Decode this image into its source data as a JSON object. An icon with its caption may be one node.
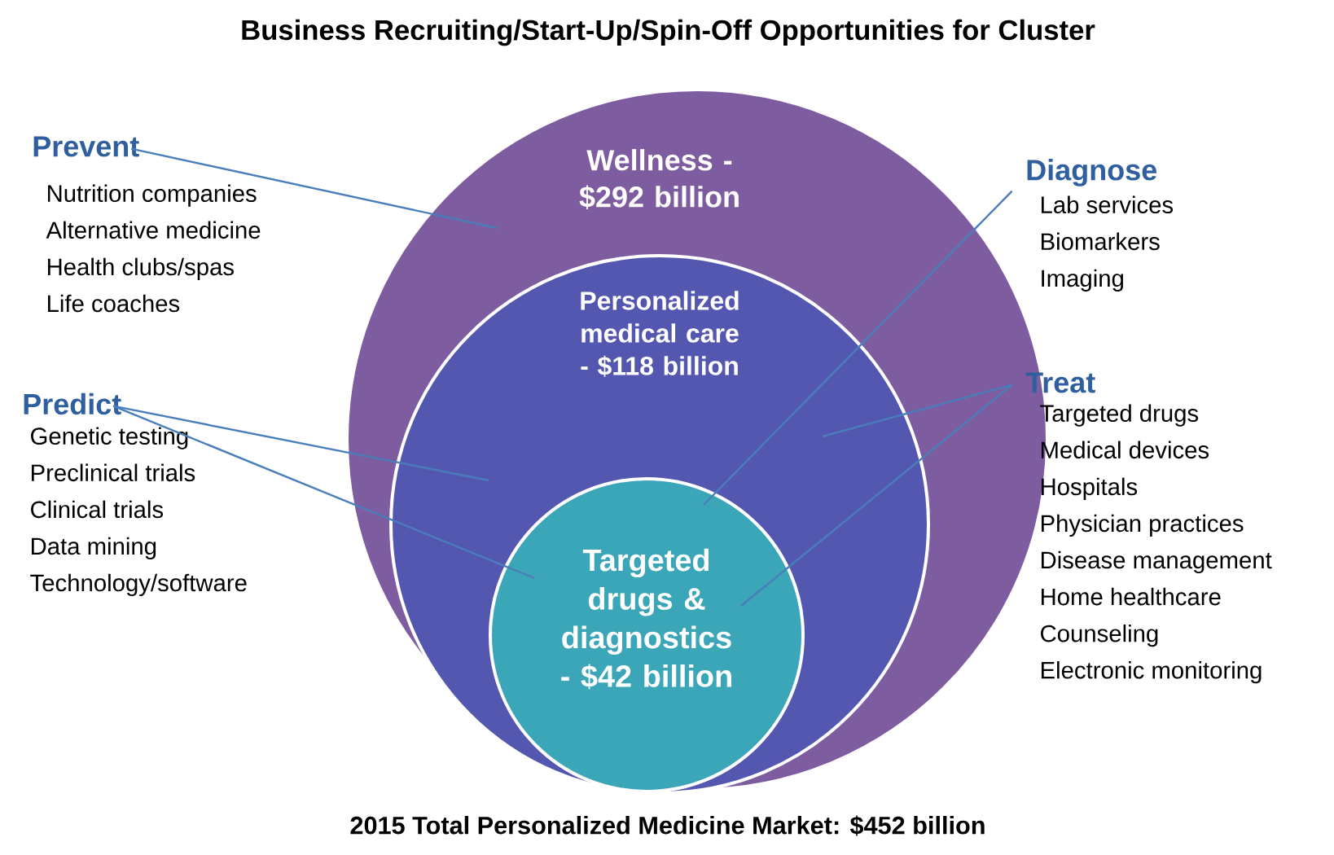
{
  "diagram": {
    "title": "Business Recruiting/Start-Up/Spin-Off Opportunities for Cluster",
    "caption": "2015 Total Personalized Medicine Market: $452 billion",
    "nodes": [
      {
        "text": [
          "Wellness - $292 billion"
        ]
      },
      {
        "text": [
          "Personalized medical care - $118 billion"
        ],
        "in": 0
      },
      {
        "text": [
          "Targeted drugs & diagnostics - $42 billion"
        ],
        "in": 1
      },
      {
        "text": [
          "Prevent",
          "Nutrition companies",
          "Alternative medicine",
          "Health clubs/spas",
          "Life coaches"
        ]
      },
      {
        "text": [
          "Diagnose",
          "Lab services",
          "Biomarkers",
          "Imaging"
        ]
      },
      {
        "text": [
          "Predict",
          "Genetic testing",
          "Preclinical trials",
          "Clinical trials",
          "Data mining",
          "Technology/software"
        ]
      },
      {
        "text": [
          "Treat",
          "Targeted drugs",
          "Medical devices",
          "Hospitals",
          "Physician practices",
          "Disease management",
          "Home healthcare",
          "Counseling",
          "Electronic monitoring"
        ]
      }
    ],
    "edges": [
      {
        "from": 3,
        "to": 0,
        "arrow": "none"
      },
      {
        "from": 4,
        "to": 2,
        "arrow": "none"
      },
      {
        "from": 5,
        "to": 1,
        "arrow": "none"
      },
      {
        "from": 5,
        "to": 2,
        "arrow": "none"
      },
      {
        "from": 6,
        "to": 1,
        "arrow": "none"
      },
      {
        "from": 6,
        "to": 2,
        "arrow": "none"
      }
    ]
  }
}
